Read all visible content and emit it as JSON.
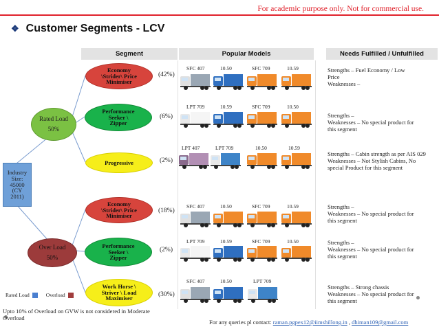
{
  "disclaimer": "For academic purpose only. Not for commercial use.",
  "title": "Customer Segments - LCV",
  "headers": {
    "segment": "Segment",
    "popular_models": "Popular Models",
    "needs": "Needs Fulfilled / Unfulfilled"
  },
  "industry": {
    "line1": "Industry",
    "line2": "Size:",
    "line3": "45000",
    "line4": "(CY",
    "line5": "2011)"
  },
  "rated_load": {
    "label": "Rated Load",
    "pct": "50%"
  },
  "over_load": {
    "label": "Over Load",
    "pct": "50%"
  },
  "segments": [
    {
      "name_lines": [
        "Economy",
        "\\Strider\\ Price",
        "Minimiser"
      ],
      "pct": "(42%)",
      "color": "red",
      "models": [
        "SFC 407",
        "10.50",
        "SFC 709",
        "10.59"
      ],
      "needs": [
        "Strengths – Fuel Economy / Low",
        "Price",
        "Weaknesses –"
      ]
    },
    {
      "name_lines": [
        "Performance",
        "Seeker \\",
        "Zipper"
      ],
      "pct": "(6%)",
      "color": "green",
      "models": [
        "LPT 709",
        "10.59",
        "SFC 709",
        "10.50"
      ],
      "needs": [
        "Strengths –",
        "Weaknesses – No special product for",
        "this segment"
      ]
    },
    {
      "name_lines": [
        "Progressive"
      ],
      "pct": "(2%)",
      "color": "yellow",
      "models": [
        "LPT 407",
        "LPT 709",
        "10.50",
        "10.59"
      ],
      "needs": [
        "Strengths – Cabin strength as per AIS 029",
        "Weaknesses – Not Stylish Cabins, No",
        "special Product for this segment"
      ]
    },
    {
      "name_lines": [
        "Economy",
        "\\Strider\\ Price",
        "Minimiser"
      ],
      "pct": "(18%)",
      "color": "red",
      "models": [
        "SFC 407",
        "10.50",
        "SFC 709",
        "10.59"
      ],
      "needs": [
        "Strengths –",
        "Weaknesses – No special product for",
        "this segment"
      ]
    },
    {
      "name_lines": [
        "Performance",
        "Seeker \\",
        "Zipper"
      ],
      "pct": "(2%)",
      "color": "green",
      "models": [
        "LPT 709",
        "10.59",
        "SFC 709",
        "10.50"
      ],
      "needs": [
        "Strengths –",
        "Weaknesses – No special product for",
        "this segment"
      ]
    },
    {
      "name_lines": [
        "Work Horse \\",
        "Striver \\ Load",
        "Maximiser"
      ],
      "pct": "(30%)",
      "color": "yellow",
      "models": [
        "SFC 407",
        "10.50",
        "LPT 709"
      ],
      "needs": [
        "Strengths – Strong chassis",
        "Weaknesses – No special product for",
        "this segment"
      ]
    }
  ],
  "legend": {
    "rated": "Rated Load",
    "overload": "Overload",
    "rated_color": "#4a7fd0",
    "overload_color": "#a13d3d"
  },
  "footnote_line1": "Upto 10% of Overload on GVW is not considered in Moderate",
  "footnote_line2": "Overload",
  "contact": {
    "prefix": "For any queries pl contact: ",
    "email1": "raman.pgpex12@iimshillong.in",
    "sep": " , ",
    "email2": "dhiman109@gmail.com"
  },
  "colors": {
    "accent_red": "#e0202a",
    "node_red": "#d7443c",
    "node_green": "#19b24b",
    "node_yellow": "#f6ee1a",
    "industry_blue": "#6fa0d8",
    "rated_green": "#7bc143",
    "over_maroon": "#9c3b3b"
  }
}
